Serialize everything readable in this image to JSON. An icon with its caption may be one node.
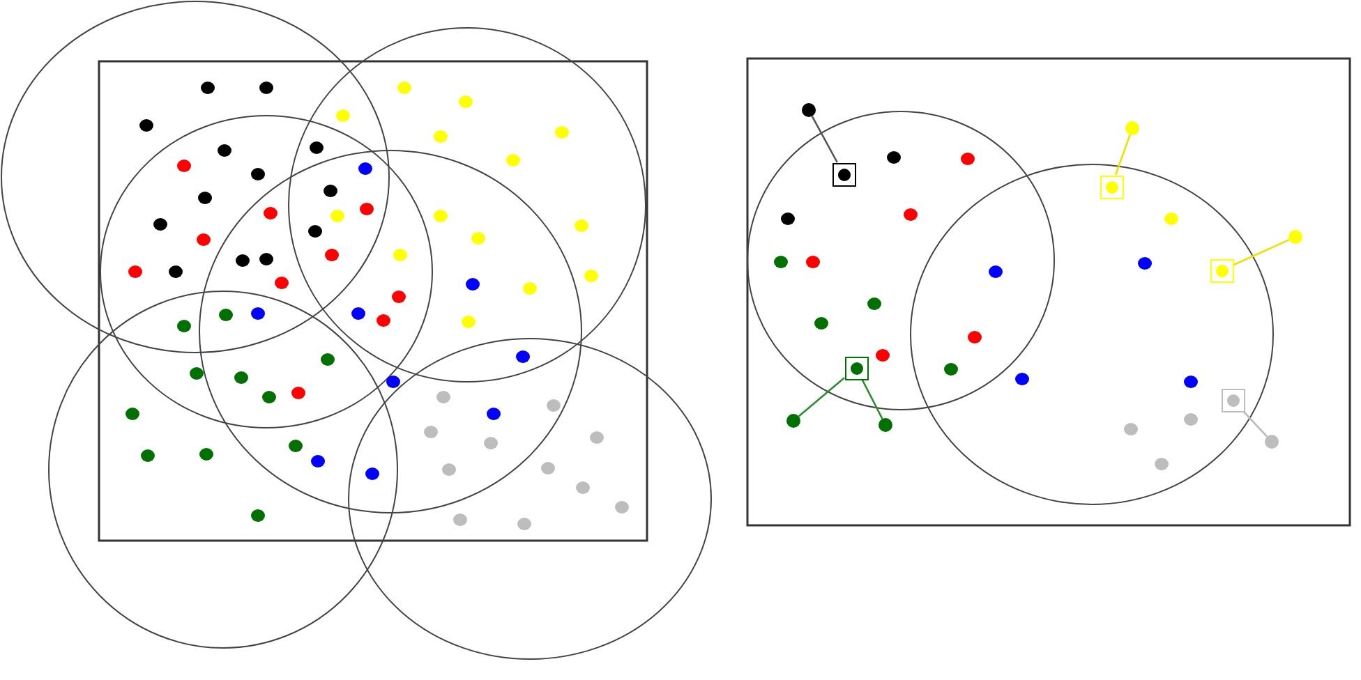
{
  "diagram": {
    "nodes": [
      {
        "text": [],
        "shape": "box"
      },
      {
        "text": [],
        "shape": "circle"
      },
      {
        "text": [],
        "shape": "box"
      },
      {
        "text": [],
        "shape": "circle"
      },
      {
        "text": [],
        "shape": "box"
      },
      {
        "text": [],
        "shape": "circle"
      },
      {
        "text": [],
        "shape": "box"
      },
      {
        "text": [],
        "shape": "circle"
      },
      {
        "text": [],
        "shape": "circle"
      },
      {
        "text": [],
        "shape": "box"
      },
      {
        "text": [],
        "shape": "circle"
      }
    ],
    "edges": [
      {
        "from": 0,
        "to": 1,
        "arrow": "none",
        "color": "#555555"
      },
      {
        "from": 2,
        "to": 3,
        "arrow": "none",
        "color": "#f0e000"
      },
      {
        "from": 4,
        "to": 5,
        "arrow": "none",
        "color": "#f0e000"
      },
      {
        "from": 6,
        "to": 7,
        "arrow": "none",
        "color": "#2e8b2e"
      },
      {
        "from": 6,
        "to": 8,
        "arrow": "none",
        "color": "#2e8b2e"
      },
      {
        "from": 9,
        "to": 10,
        "arrow": "none",
        "color": "#bbbbbb"
      }
    ]
  }
}
